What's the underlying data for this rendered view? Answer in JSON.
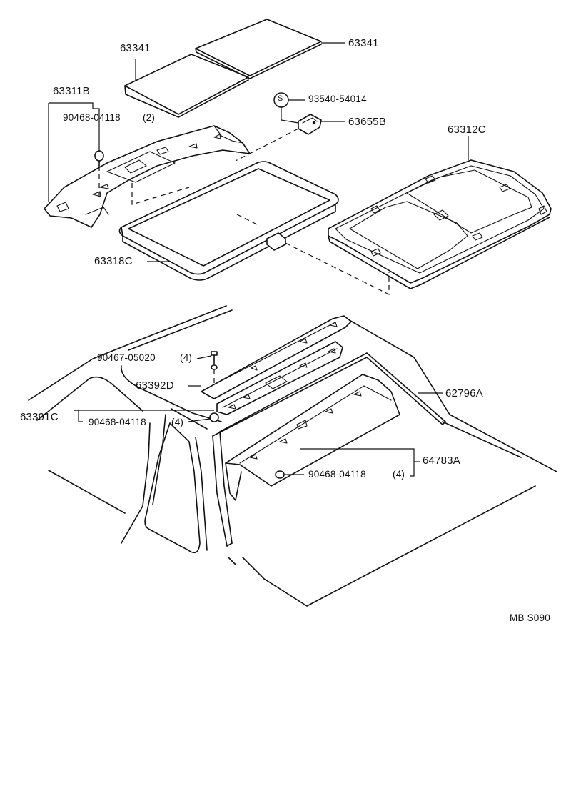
{
  "diagram": {
    "labels": {
      "p63341_left": "63341",
      "p63341_right": "63341",
      "p63311B": "63311B",
      "p90468_04118_2": "90468-04118",
      "p90468_04118_2_qty": "(2)",
      "p93540_54014": "93540-54014",
      "p93540_symbol": "S",
      "p63655B": "63655B",
      "p63312C": "63312C",
      "p63318C": "63318C",
      "p90467_05020": "90467-05020",
      "p90467_05020_qty": "(4)",
      "p63392D": "63392D",
      "p62796A": "62796A",
      "p63391C": "63391C",
      "p90468_04118_4a": "90468-04118",
      "p90468_04118_4a_qty": "(4)",
      "p64783A": "64783A",
      "p90468_04118_4b": "90468-04118",
      "p90468_04118_4b_qty": "(4)",
      "code": "MB S090"
    }
  }
}
